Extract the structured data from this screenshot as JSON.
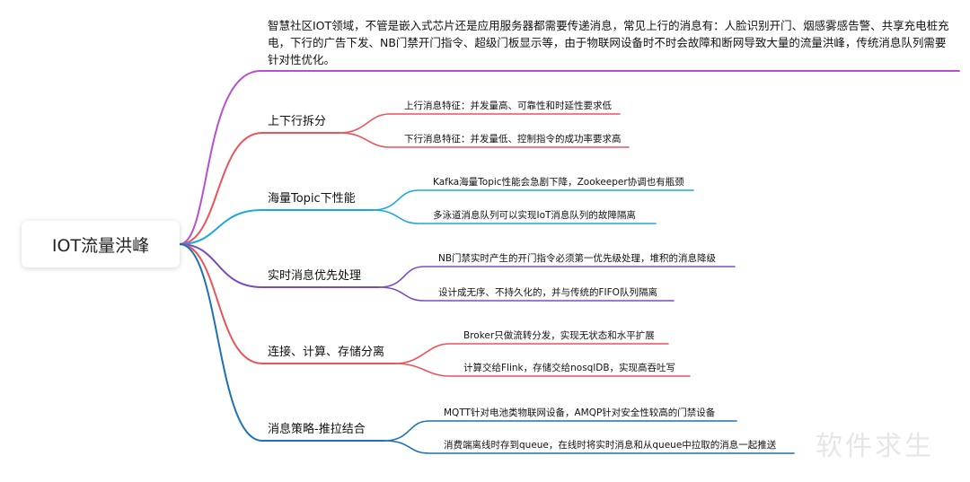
{
  "root": {
    "label": "IOT流量洪峰"
  },
  "intro": {
    "text": "智慧社区IOT领域，不管是嵌入式芯片还是应用服务器都需要传递消息，常见上行的消息有：人脸识别开门、烟感雾感告警、共享充电桩充电，下行的广告下发、NB门禁开门指令、超级门板显示等，由于物联网设备时不时会故障和断网导致大量的流量洪峰，传统消息队列需要针对性优化。"
  },
  "branches": [
    {
      "label": "上下行拆分",
      "color": "#e9545a",
      "leaves": [
        "上行消息特征：并发量高、可靠性和时延性要求低",
        "下行消息特征：并发量低、控制指令的成功率要求高"
      ]
    },
    {
      "label": "海量Topic下性能",
      "color": "#1aa7df",
      "leaves": [
        "Kafka海量Topic性能会急剧下降，Zookeeper协调也有瓶颈",
        "多泳道消息队列可以实现IoT消息队列的故障隔离"
      ]
    },
    {
      "label": "实时消息优先处理",
      "color": "#7a4cc2",
      "leaves": [
        "NB门禁实时产生的开门指令必须第一优先级处理，堆积的消息降级",
        "设计成无序、不持久化的，并与传统的FIFO队列隔离"
      ]
    },
    {
      "label": "连接、计算、存储分离",
      "color": "#e9545a",
      "leaves": [
        "Broker只做流转分发，实现无状态和水平扩展",
        "计算交给Flink，存储交给nosqlDB，实现高吞吐写"
      ]
    },
    {
      "label": "消息策略-推拉结合",
      "color": "#1c72b4",
      "leaves": [
        "MQTT针对电池类物联网设备，AMQP针对安全性较高的门禁设备",
        "消费端离线时存到queue，在线时将实时消息和从queue中拉取的消息一起推送"
      ]
    }
  ],
  "watermark": "软件求生",
  "colors": {
    "intro_line": "#b74fd0"
  }
}
